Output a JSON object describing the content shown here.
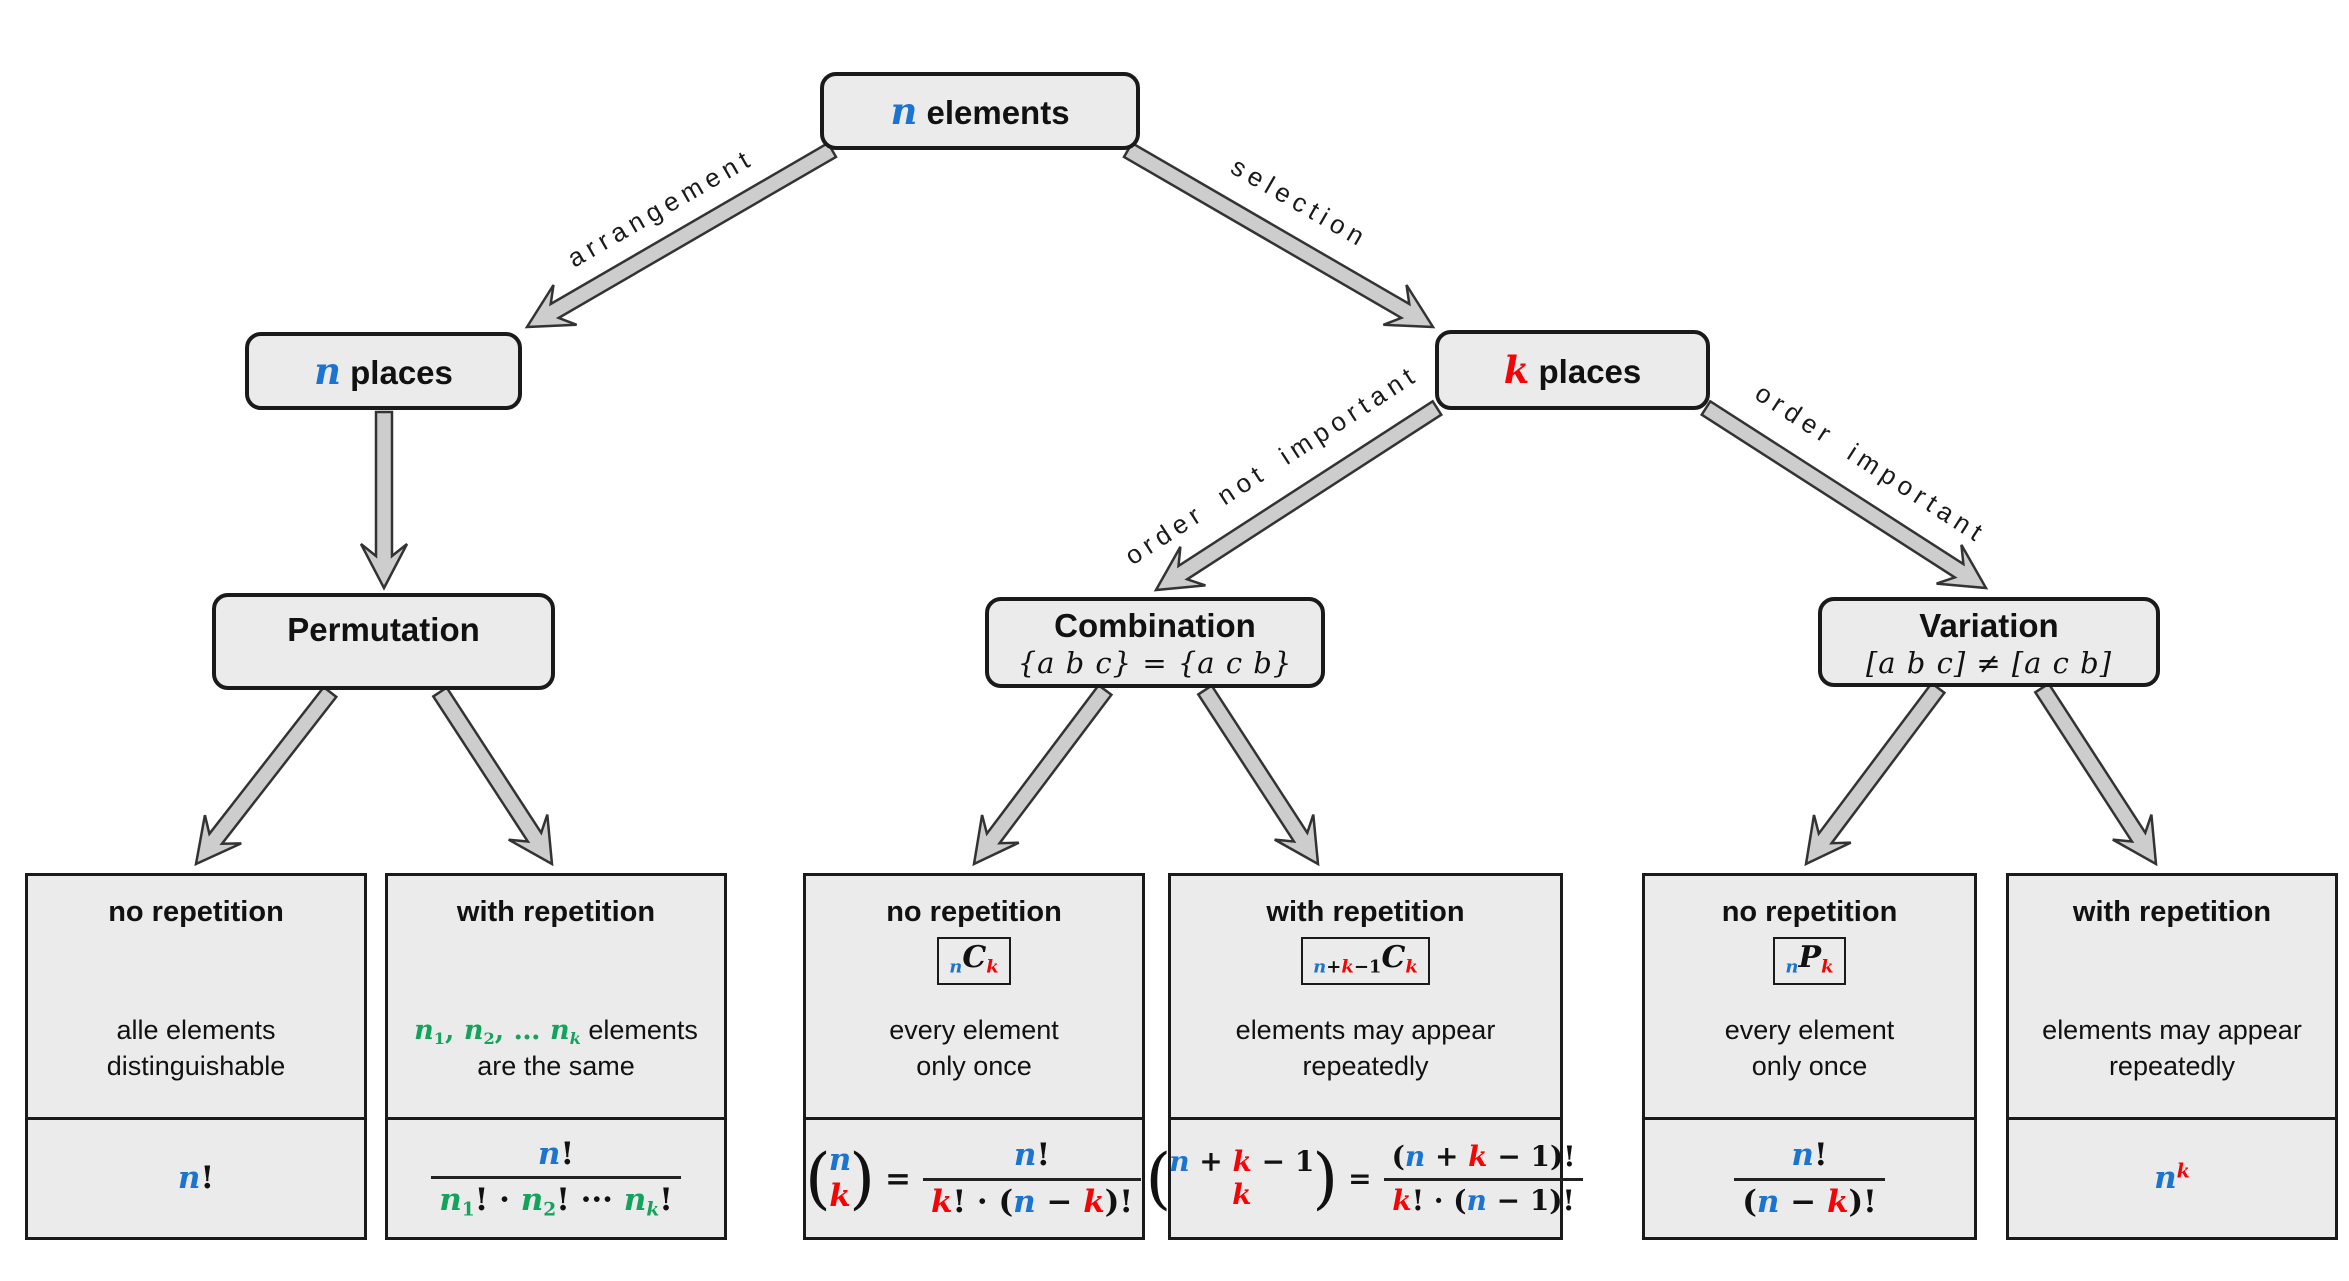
{
  "palette": {
    "blue": "#1b75d0",
    "red": "#f40505",
    "green": "#14a35c",
    "box_fill": "#ebebeb",
    "box_border": "#1a1a1a",
    "arrow_fill": "#cdcdcd",
    "arrow_line": "#333333"
  },
  "nodes": {
    "root": {
      "title_tokens": [
        {
          "t": "n",
          "s": "v",
          "c": "blue"
        },
        {
          "t": " elements",
          "s": "txt"
        }
      ]
    },
    "n_places": {
      "title_tokens": [
        {
          "t": "n",
          "s": "v",
          "c": "blue"
        },
        {
          "t": " places",
          "s": "txt"
        }
      ]
    },
    "k_places": {
      "title_tokens": [
        {
          "t": "k",
          "s": "v",
          "c": "red"
        },
        {
          "t": " places",
          "s": "txt"
        }
      ]
    },
    "permutation": {
      "title": "Permutation"
    },
    "combination": {
      "title": "Combination",
      "subtitle": "{a b c} = {a c b}"
    },
    "variation": {
      "title": "Variation",
      "subtitle": "[a b c] ≠ [a c b]"
    }
  },
  "edges": {
    "arrangement": {
      "label": "arrangement"
    },
    "selection": {
      "label": "selection"
    },
    "order_not_important": {
      "label": "order not important"
    },
    "order_important": {
      "label": "order important"
    }
  },
  "leaves": [
    {
      "title": "no repetition",
      "desc": [
        [
          {
            "t": "alle elements",
            "s": "txt"
          }
        ],
        [
          {
            "t": "distinguishable",
            "s": "txt"
          }
        ]
      ],
      "formula": {
        "tokens": [
          {
            "t": "n",
            "s": "v",
            "c": "blue"
          },
          {
            "t": "!",
            "s": "m"
          }
        ]
      }
    },
    {
      "title": "with repetition",
      "desc": [
        [
          {
            "t": "n",
            "s": "v",
            "c": "green"
          },
          {
            "t": "1",
            "s": "m",
            "c": "green",
            "sub": true
          },
          {
            "t": ", ",
            "s": "m",
            "c": "green"
          },
          {
            "t": "n",
            "s": "v",
            "c": "green"
          },
          {
            "t": "2",
            "s": "m",
            "c": "green",
            "sub": true
          },
          {
            "t": ", … ",
            "s": "m",
            "c": "green"
          },
          {
            "t": "n",
            "s": "v",
            "c": "green"
          },
          {
            "t": "k",
            "s": "v",
            "c": "green",
            "sub": true
          },
          {
            "t": " elements",
            "s": "txt"
          }
        ],
        [
          {
            "t": "are the same",
            "s": "txt"
          }
        ]
      ],
      "formula": {
        "num": [
          {
            "t": "n",
            "s": "v",
            "c": "blue"
          },
          {
            "t": "!",
            "s": "m"
          }
        ],
        "den": [
          {
            "t": "n",
            "s": "v",
            "c": "green"
          },
          {
            "t": "1",
            "s": "m",
            "c": "green",
            "sub": true
          },
          {
            "t": "! · ",
            "s": "m"
          },
          {
            "t": "n",
            "s": "v",
            "c": "green"
          },
          {
            "t": "2",
            "s": "m",
            "c": "green",
            "sub": true
          },
          {
            "t": "! ··· ",
            "s": "m"
          },
          {
            "t": "n",
            "s": "v",
            "c": "green"
          },
          {
            "t": "k",
            "s": "v",
            "c": "green",
            "sub": true
          },
          {
            "t": "!",
            "s": "m"
          }
        ]
      }
    },
    {
      "title": "no repetition",
      "badge": [
        {
          "t": "n",
          "s": "v",
          "c": "blue",
          "sub": true
        },
        {
          "t": "C",
          "s": "v"
        },
        {
          "t": "k",
          "s": "v",
          "c": "red",
          "sub": true
        }
      ],
      "desc": [
        [
          {
            "t": "every element",
            "s": "txt"
          }
        ],
        [
          {
            "t": "only once",
            "s": "txt"
          }
        ]
      ],
      "formula": {
        "binom_top": [
          {
            "t": "n",
            "s": "v",
            "c": "blue"
          }
        ],
        "binom_bot": [
          {
            "t": "k",
            "s": "v",
            "c": "red"
          }
        ],
        "eq": "=",
        "num": [
          {
            "t": "n",
            "s": "v",
            "c": "blue"
          },
          {
            "t": "!",
            "s": "m"
          }
        ],
        "den": [
          {
            "t": "k",
            "s": "v",
            "c": "red"
          },
          {
            "t": "! · (",
            "s": "m"
          },
          {
            "t": "n",
            "s": "v",
            "c": "blue"
          },
          {
            "t": " − ",
            "s": "m"
          },
          {
            "t": "k",
            "s": "v",
            "c": "red"
          },
          {
            "t": ")!",
            "s": "m"
          }
        ]
      }
    },
    {
      "title": "with repetition",
      "badge": [
        {
          "t": "n",
          "s": "v",
          "c": "blue",
          "sub": true
        },
        {
          "t": "+",
          "s": "m",
          "sub": true
        },
        {
          "t": "k",
          "s": "v",
          "c": "red",
          "sub": true
        },
        {
          "t": "−1",
          "s": "m",
          "sub": true
        },
        {
          "t": "C",
          "s": "v"
        },
        {
          "t": "k",
          "s": "v",
          "c": "red",
          "sub": true
        }
      ],
      "desc": [
        [
          {
            "t": "elements may appear",
            "s": "txt"
          }
        ],
        [
          {
            "t": "repeatedly",
            "s": "txt"
          }
        ]
      ],
      "formula": {
        "binom_top": [
          {
            "t": "n",
            "s": "v",
            "c": "blue"
          },
          {
            "t": " + ",
            "s": "m"
          },
          {
            "t": "k",
            "s": "v",
            "c": "red"
          },
          {
            "t": " − 1",
            "s": "m"
          }
        ],
        "binom_bot": [
          {
            "t": "k",
            "s": "v",
            "c": "red"
          }
        ],
        "eq": "=",
        "num": [
          {
            "t": "(",
            "s": "m"
          },
          {
            "t": "n",
            "s": "v",
            "c": "blue"
          },
          {
            "t": " + ",
            "s": "m"
          },
          {
            "t": "k",
            "s": "v",
            "c": "red"
          },
          {
            "t": " − 1)!",
            "s": "m"
          }
        ],
        "den": [
          {
            "t": "k",
            "s": "v",
            "c": "red"
          },
          {
            "t": "! · (",
            "s": "m"
          },
          {
            "t": "n",
            "s": "v",
            "c": "blue"
          },
          {
            "t": " − 1)!",
            "s": "m"
          }
        ]
      }
    },
    {
      "title": "no repetition",
      "badge": [
        {
          "t": "n",
          "s": "v",
          "c": "blue",
          "sub": true
        },
        {
          "t": "P",
          "s": "v"
        },
        {
          "t": "k",
          "s": "v",
          "c": "red",
          "sub": true
        }
      ],
      "desc": [
        [
          {
            "t": "every element",
            "s": "txt"
          }
        ],
        [
          {
            "t": "only once",
            "s": "txt"
          }
        ]
      ],
      "formula": {
        "num": [
          {
            "t": "n",
            "s": "v",
            "c": "blue"
          },
          {
            "t": "!",
            "s": "m"
          }
        ],
        "den": [
          {
            "t": "(",
            "s": "m"
          },
          {
            "t": "n",
            "s": "v",
            "c": "blue"
          },
          {
            "t": " − ",
            "s": "m"
          },
          {
            "t": "k",
            "s": "v",
            "c": "red"
          },
          {
            "t": ")!",
            "s": "m"
          }
        ]
      }
    },
    {
      "title": "with repetition",
      "desc": [
        [
          {
            "t": "elements may appear",
            "s": "txt"
          }
        ],
        [
          {
            "t": "repeatedly",
            "s": "txt"
          }
        ]
      ],
      "formula": {
        "tokens": [
          {
            "t": "n",
            "s": "v",
            "c": "blue"
          },
          {
            "t": "k",
            "s": "v",
            "c": "red",
            "sup": true
          }
        ]
      }
    }
  ]
}
